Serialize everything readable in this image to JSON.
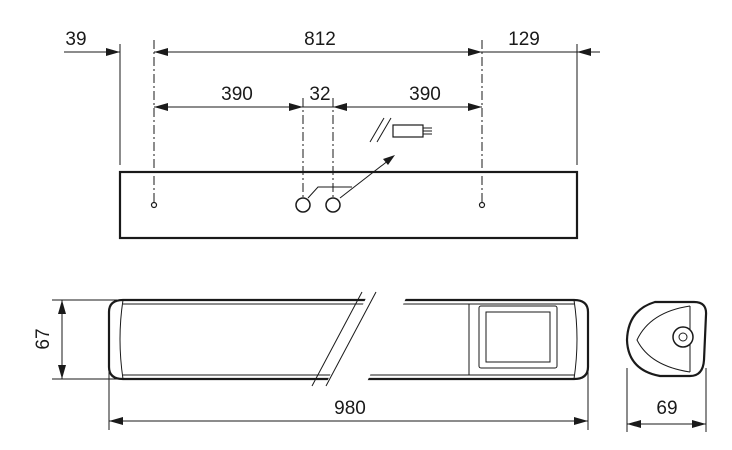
{
  "top_view": {
    "dim_left_offset": "39",
    "dim_mount_span": "812",
    "dim_right_offset": "129",
    "dim_half_left": "390",
    "dim_gap": "32",
    "dim_half_right": "390"
  },
  "front_view": {
    "dim_height": "67",
    "dim_length": "980"
  },
  "end_view": {
    "dim_width": "69"
  }
}
